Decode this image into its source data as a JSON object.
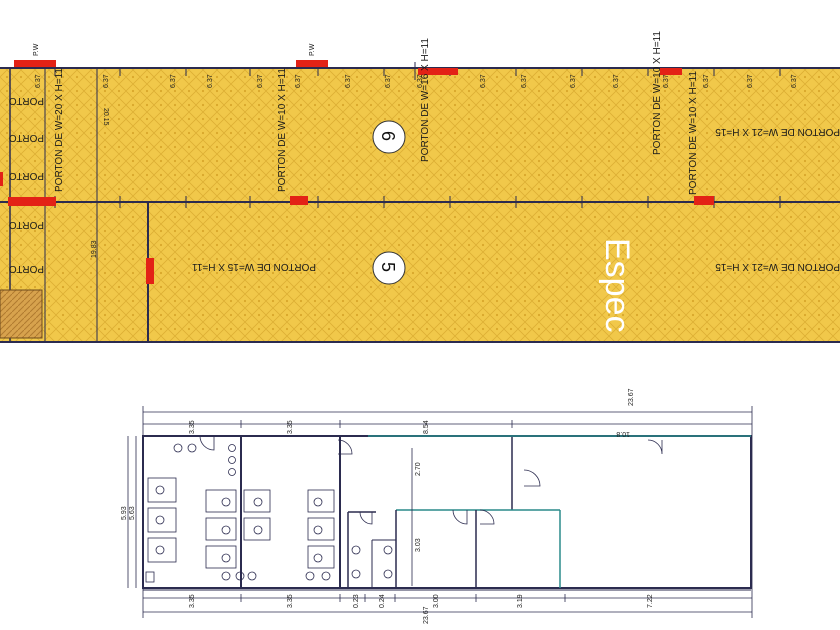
{
  "upper_plan": {
    "bay_width_label": "6.37",
    "wall_marker_label": "P.W",
    "left_port_label": "PORTO",
    "width_label_upper": "20.15",
    "width_label_lower": "19.83",
    "zone_6": "6",
    "zone_5": "5",
    "doors": {
      "d1": "PORTON DE W=20 X H=11",
      "d2": "PORTON DE W=10 X H=11",
      "d3": "PORTON DE W=16 X H=11",
      "d4": "PORTON DE W=10 X H=11",
      "d5": "PORTON DE W=10 X H=11",
      "d6": "PORTON DE W=15 X H=11",
      "d7": "PORTON DE W=21 X H=15",
      "d8": "PORTON DE W=21 X H=15"
    },
    "watermark": "Espec"
  },
  "lower_plan": {
    "total_top": "23.67",
    "total_bottom": "23.67",
    "top_segments": [
      "3.35",
      "3.35",
      "8.54",
      "10.8"
    ],
    "bottom_segments": [
      "3.35",
      "3.35",
      "0.23",
      "0.24",
      "3.00",
      "3.19",
      "7.22"
    ],
    "height_outer": "5.93",
    "height_inner": "5.63",
    "mid_upper": "2.70",
    "mid_lower": "3.03"
  },
  "colors": {
    "floor": "#f1c84a",
    "grid": "#dbab2a",
    "marker": "#e32216",
    "wall": "#2b2b4f"
  }
}
